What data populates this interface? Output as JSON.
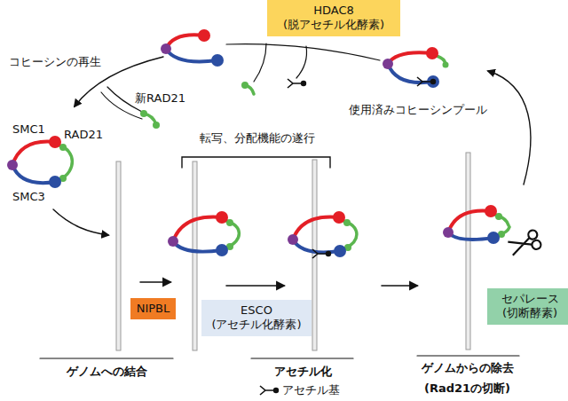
{
  "diagram": {
    "nodes": [
      {
        "text": [
          "HDAC8 (脱アセチル化酵素)"
        ]
      },
      {
        "text": [
          "NIPBL"
        ]
      },
      {
        "text": [
          "ESCO (アセチル化酵素)"
        ]
      },
      {
        "text": [
          "セパレース (切断酵素)"
        ]
      }
    ],
    "labels": [
      "コヒーシンの再生",
      "新RAD21",
      "使用済みコヒーシンプール",
      "SMC1",
      "RAD21",
      "SMC3",
      "転写、分配機能の遂行",
      "ゲノムへの結合",
      "アセチル化",
      "ゲノムからの除去",
      "(Rad21の切断)"
    ],
    "legend": [
      {
        "text": "アセチル基"
      }
    ]
  }
}
